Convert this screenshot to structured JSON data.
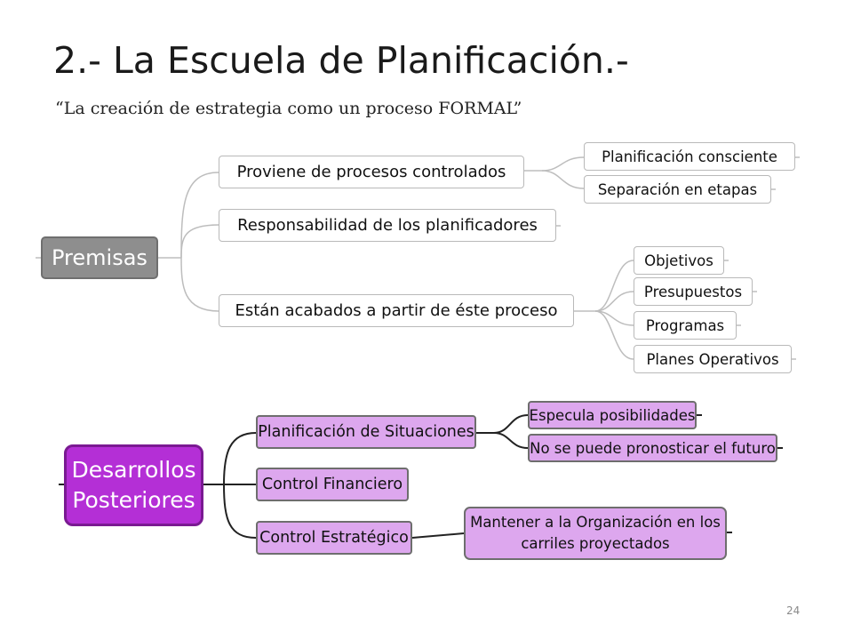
{
  "slide": {
    "title": "2.- La Escuela de Planificación.-",
    "subtitle": "“La creación de estrategia como un proceso FORMAL”",
    "page_number": "24"
  },
  "premisas": {
    "root": "Premisas",
    "branch1": "Proviene de procesos controlados",
    "branch1_children": [
      "Planificación consciente",
      "Separación en etapas"
    ],
    "branch2": "Responsabilidad de los planificadores",
    "branch3": "Están acabados a partir de éste proceso",
    "branch3_children": [
      "Objetivos",
      "Presupuestos",
      "Programas",
      "Planes Operativos"
    ]
  },
  "desarrollos": {
    "root_line1": "Desarrollos",
    "root_line2": "Posteriores",
    "branch1": "Planificación de Situaciones",
    "branch1_children": [
      "Especula posibilidades",
      "No se puede pronosticar el futuro"
    ],
    "branch2": "Control Financiero",
    "branch3": "Control Estratégico",
    "branch3_child_line1": "Mantener a la Organización en los",
    "branch3_child_line2": "carriles proyectados"
  },
  "colors": {
    "gray_root": "#8e8e8e",
    "purple_root": "#b42fd6",
    "purple_node": "#dda7ee"
  }
}
